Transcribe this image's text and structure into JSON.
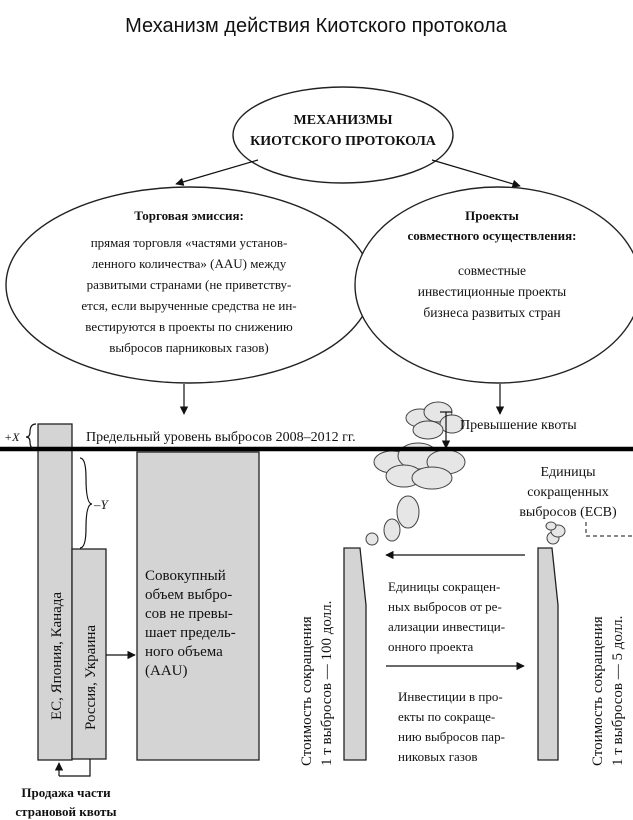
{
  "title": "Механизм действия Киотского протокола",
  "top": {
    "line1": "МЕХАНИЗМЫ",
    "line2": "КИОТСКОГО ПРОТОКОЛА"
  },
  "left_oval": {
    "heading": "Торговая эмиссия:",
    "lines": [
      "прямая торговля «частями установ-",
      "ленного количества» (AAU) между",
      "развитыми странами (не приветству-",
      "ется, если вырученные средства не ин-",
      "вестируются в проекты по снижению",
      "выбросов парниковых газов)"
    ]
  },
  "right_oval": {
    "heading1": "Проекты",
    "heading2": "совместного осуществления:",
    "lines": [
      "совместные",
      "инвестиционные проекты",
      "бизнеса развитых стран"
    ]
  },
  "limit_label": "Предельный уровень выбросов 2008–2012 гг.",
  "plus_x": "+X",
  "minus_y": "–Y",
  "quota_excess": "Превышение квоты",
  "bar_eu": "ЕС, Япония, Канада",
  "bar_ru": "Россия, Украина",
  "total_box": [
    "Совокупный",
    "объем выбро-",
    "сов не превы-",
    "шает предель-",
    "ного объема",
    "(AAU)"
  ],
  "sale": {
    "line1": "Продажа части",
    "line2": "страновой квоты"
  },
  "erus": {
    "line1": "Единицы",
    "line2": "сокращенных",
    "line3": "выбросов (ЕСВ)"
  },
  "cost_left": {
    "line1": "Стоимость сокращения",
    "line2": "1 т выбросов — 100 долл."
  },
  "cost_right": {
    "line1": "Стоимость сокращения",
    "line2": "1 т выбросов — 5 долл."
  },
  "flow_top": [
    "Единицы сокращен-",
    "ных выбросов от ре-",
    "ализации инвестици-",
    "онного проекта"
  ],
  "flow_bottom": [
    "Инвестиции в про-",
    "екты по сокраще-",
    "нию выбросов пар-",
    "никовых газов"
  ]
}
